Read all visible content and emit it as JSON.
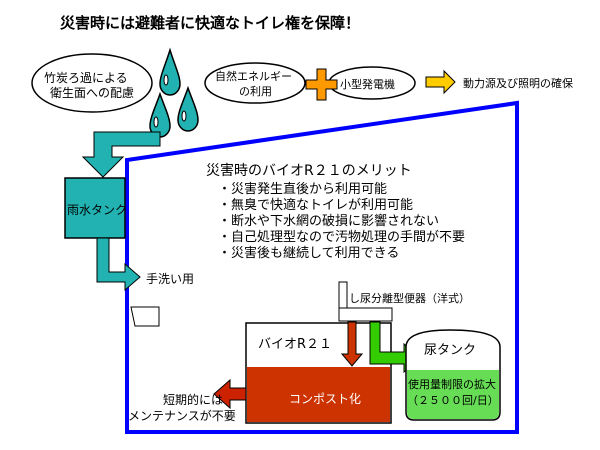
{
  "title": "災害時には避難者に快適なトイレ権を保障！",
  "bubble_charcoal": {
    "line1": "竹炭ろ過による",
    "line2": "衛生面への配慮"
  },
  "bubble_energy": {
    "line1": "自然エネルギー",
    "line2": "の利用"
  },
  "bubble_generator": "小型発電機",
  "power_result": "動力源及び照明の確保",
  "rain_tank": "雨水タンク",
  "handwash": "手洗い用",
  "merits_title": "災害時のバイオR２１のメリット",
  "merits": [
    "・災害発生直後から利用可能",
    "・無臭で快適なトイレが利用可能",
    "・断水や下水網の破損に影響されない",
    "・自己処理型なので汚物処理の手間が不要",
    "・災害後も継続して利用できる"
  ],
  "toilet_label": "し尿分離型便器（洋式）",
  "bio_box_label": "バイオR２１",
  "compost_label": "コンポスト化",
  "urine_tank": {
    "title": "尿タンク",
    "line1": "使用量制限の拡大",
    "line2": "（２５００回/日）"
  },
  "maintenance": {
    "line1": "短期的には",
    "line2": "メンテナンスが不要"
  },
  "colors": {
    "building_outline": "#0000ff",
    "water_arrow": "#22b2b2",
    "compost_fill": "#cc3300",
    "green_arrow": "#33cc00",
    "urine_fill": "#66dd55",
    "yellow_arrow": "#ffcc00",
    "plus_sign": "#ff9900",
    "rain_tank_fill": "#22b2b2",
    "maintenance_arrow": "#cc2200"
  }
}
